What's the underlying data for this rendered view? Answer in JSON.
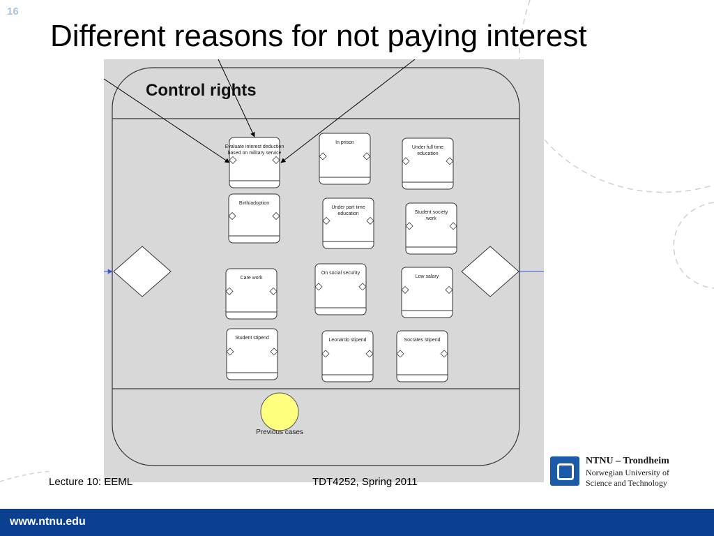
{
  "slide": {
    "number": "16",
    "title": "Different reasons for not paying interest"
  },
  "diagram": {
    "container_label": "Control rights",
    "tasks": [
      {
        "id": "military",
        "lines": [
          "Evaluate interest deduction",
          "based on military service"
        ]
      },
      {
        "id": "prison",
        "lines": [
          "In prison"
        ]
      },
      {
        "id": "fulltime",
        "lines": [
          "Under full time",
          "education"
        ]
      },
      {
        "id": "birth",
        "lines": [
          "Birth/adoption"
        ]
      },
      {
        "id": "parttime",
        "lines": [
          "Under part time",
          "education"
        ]
      },
      {
        "id": "society",
        "lines": [
          "Student society",
          "work"
        ]
      },
      {
        "id": "care",
        "lines": [
          "Care work"
        ]
      },
      {
        "id": "social",
        "lines": [
          "On social security"
        ]
      },
      {
        "id": "lowsalary",
        "lines": [
          "Low salary"
        ]
      },
      {
        "id": "stipend",
        "lines": [
          "Student stipend"
        ]
      },
      {
        "id": "leonardo",
        "lines": [
          "Leonardo stipend"
        ]
      },
      {
        "id": "socrates",
        "lines": [
          "Socrates stipend"
        ]
      }
    ],
    "resource_label": "Previous cases",
    "colors": {
      "background": "#d8d8d8",
      "resource_fill": "#ffff80",
      "flow_line": "#3355dd"
    }
  },
  "footer": {
    "lecture": "Lecture 10: EEML",
    "course": "TDT4252, Spring 2011",
    "url": "www.ntnu.edu"
  },
  "logo": {
    "line1": "NTNU – Trondheim",
    "line2": "Norwegian University of",
    "line3": "Science and Technology",
    "color": "#1a5aa8"
  }
}
